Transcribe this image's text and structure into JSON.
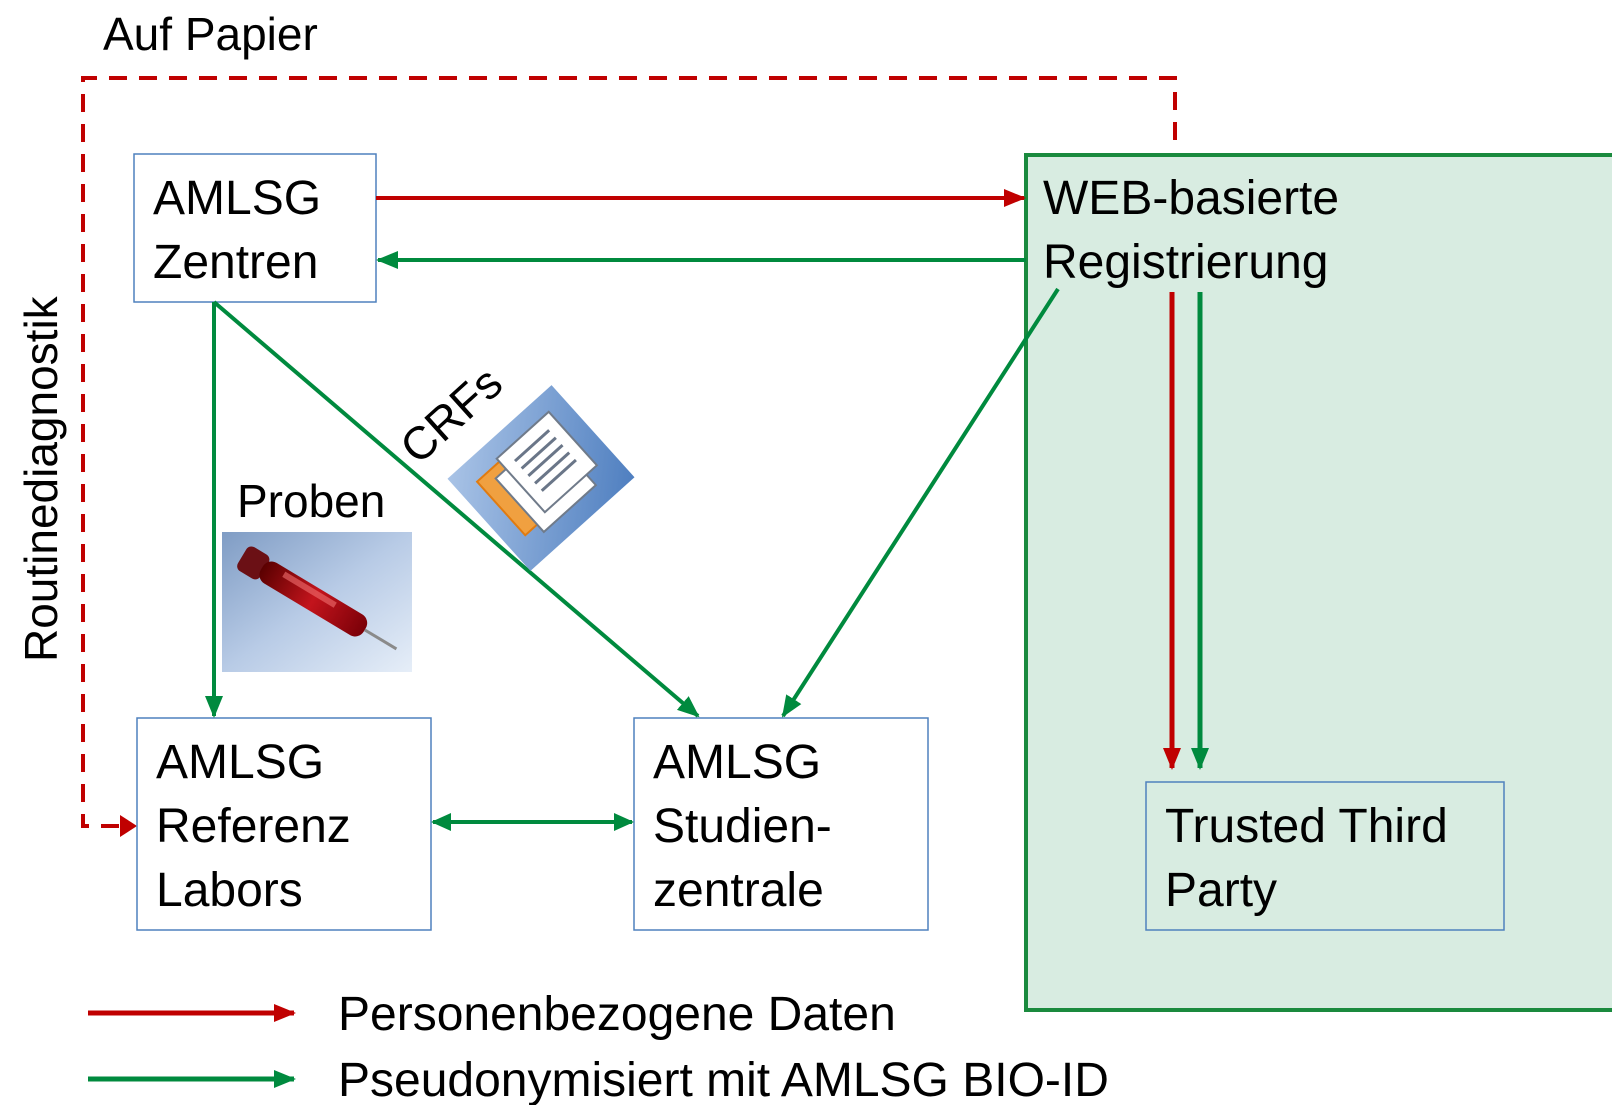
{
  "labels": {
    "paper": "Auf Papier",
    "routine": "Routinediagnostik",
    "crfs": "CRFs",
    "samples": "Proben"
  },
  "nodes": {
    "centers": [
      "AMLSG",
      "Zentren"
    ],
    "web_registration": [
      "WEB-basierte",
      "Registrierung"
    ],
    "reference_labs": [
      "AMLSG",
      "Referenz",
      "Labors"
    ],
    "study_center": [
      "AMLSG",
      "Studien-",
      "zentrale"
    ],
    "trusted_third_party": [
      "Trusted Third",
      "Party"
    ]
  },
  "legend": {
    "personal": "Personenbezogene Daten",
    "pseudonymized": "Pseudonymisiert mit AMLSG BIO-ID"
  },
  "colors": {
    "personal": "#c00000",
    "pseudonymized": "#008a3e",
    "box_border": "#4f81bd",
    "web_region_fill": "#d8ece1",
    "web_region_border": "#1a8a3e"
  },
  "icons": {
    "samples": "blood-sample-tube-icon",
    "crfs": "document-stack-icon"
  }
}
